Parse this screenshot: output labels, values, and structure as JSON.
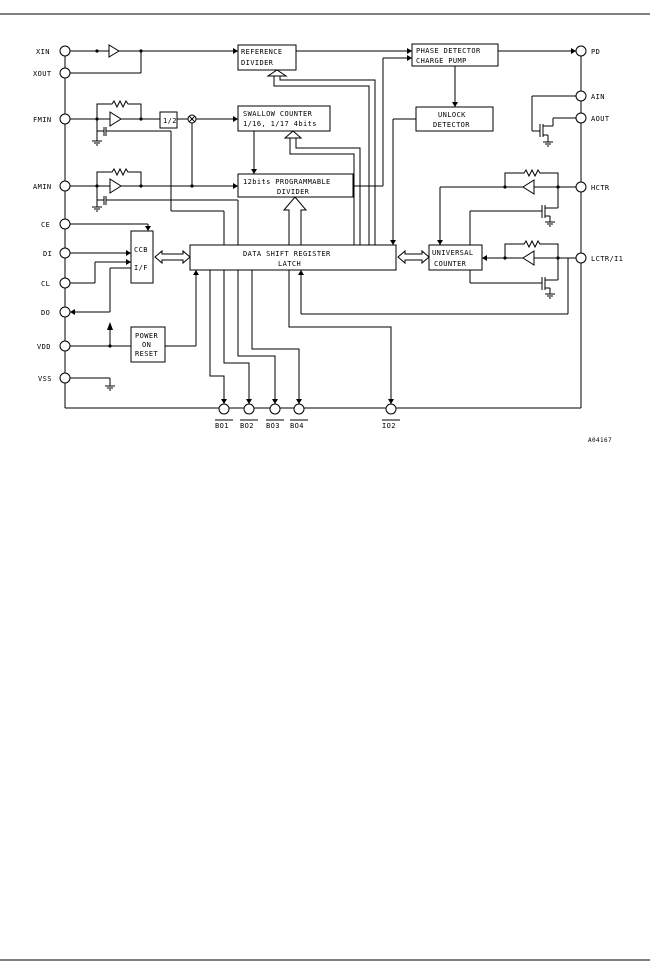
{
  "diagram": {
    "left_pins": [
      "XIN",
      "XOUT",
      "FMIN",
      "AMIN",
      "CE",
      "DI",
      "CL",
      "DO",
      "VDD",
      "VSS"
    ],
    "right_pins": [
      "PD",
      "AIN",
      "AOUT",
      "HCTR",
      "LCTR/I1"
    ],
    "bottom_pins": [
      "BO1",
      "BO2",
      "BO3",
      "BO4",
      "IO2"
    ],
    "blocks": {
      "reference_divider": [
        "REFERENCE",
        "DIVIDER"
      ],
      "phase_detector": [
        "PHASE DETECTOR",
        "CHARGE PUMP"
      ],
      "swallow_counter": [
        "SWALLOW COUNTER",
        "1/16, 1/17  4bits"
      ],
      "unlock_detector": [
        "UNLOCK",
        "DETECTOR"
      ],
      "programmable_divider": [
        "12bits PROGRAMMABLE",
        "DIVIDER"
      ],
      "ccb_if": [
        "CCB",
        "I/F"
      ],
      "shift_register": [
        "DATA SHIFT REGISTER",
        "LATCH"
      ],
      "universal_counter": [
        "UNIVERSAL",
        "COUNTER"
      ],
      "power_on_reset": [
        "POWER",
        "ON",
        "RESET"
      ]
    },
    "prescaler_label": "1/2",
    "figure_code": "A04167"
  }
}
